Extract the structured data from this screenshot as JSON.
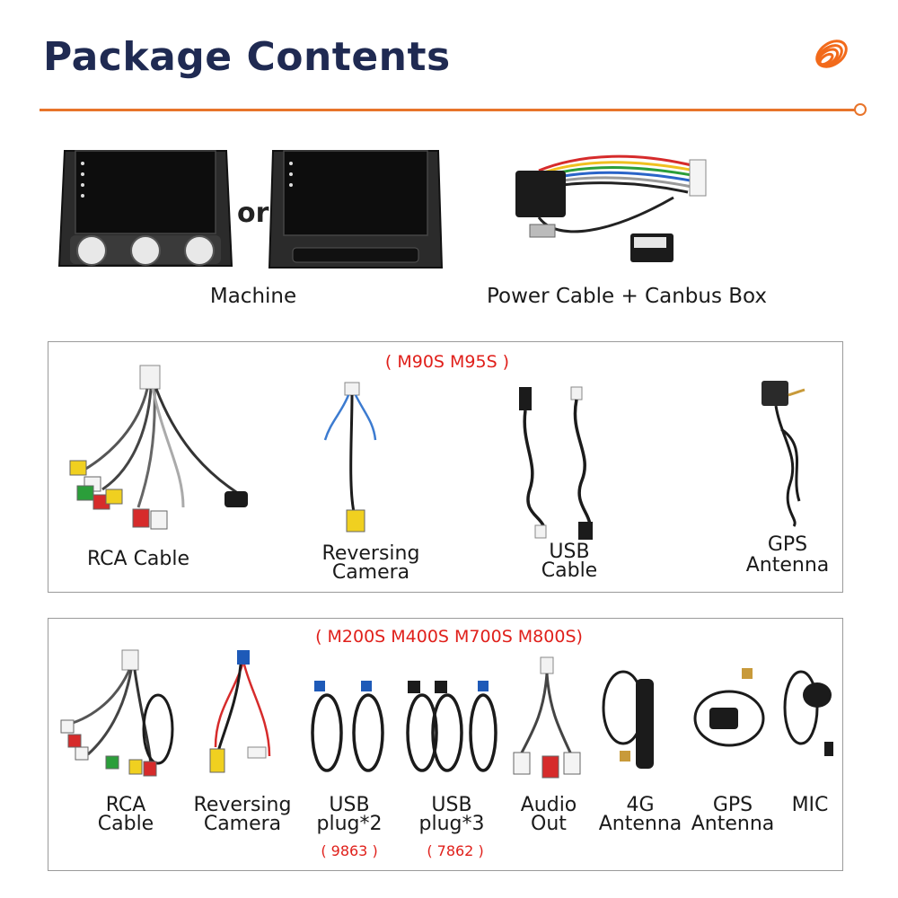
{
  "header": {
    "title": "Package Contents",
    "brand_color": "#1f2a52",
    "accent_color": "#e8742a"
  },
  "top_row": {
    "or_text": "or",
    "machine_label": "Machine",
    "power_label": "Power Cable + Canbus Box"
  },
  "section1": {
    "models": "( M90S M95S )",
    "items": [
      {
        "label": "RCA Cable",
        "icon": "rca-cable"
      },
      {
        "label_line1": "Reversing",
        "label_line2": "Camera",
        "icon": "reversing-camera-cable"
      },
      {
        "label_line1": "USB",
        "label_line2": "Cable",
        "icon": "usb-cable"
      },
      {
        "label_line1": "GPS",
        "label_line2": "Antenna",
        "icon": "gps-antenna"
      }
    ]
  },
  "section2": {
    "models": "( M200S M400S M700S M800S)",
    "items": [
      {
        "label_line1": "RCA",
        "label_line2": "Cable",
        "icon": "rca-cable"
      },
      {
        "label_line1": "Reversing",
        "label_line2": "Camera",
        "icon": "reversing-camera-cable"
      },
      {
        "label_line1": "USB",
        "label_line2": "plug*2",
        "note": "( 9863 )",
        "icon": "usb-plug"
      },
      {
        "label_line1": "USB",
        "label_line2": "plug*3",
        "note": "( 7862 )",
        "icon": "usb-plug"
      },
      {
        "label_line1": "Audio",
        "label_line2": "Out",
        "icon": "audio-out-cable"
      },
      {
        "label_line1": "4G",
        "label_line2": "Antenna",
        "icon": "4g-antenna"
      },
      {
        "label_line1": "GPS",
        "label_line2": "Antenna",
        "icon": "gps-antenna"
      },
      {
        "label": "MIC",
        "icon": "mic"
      }
    ]
  }
}
